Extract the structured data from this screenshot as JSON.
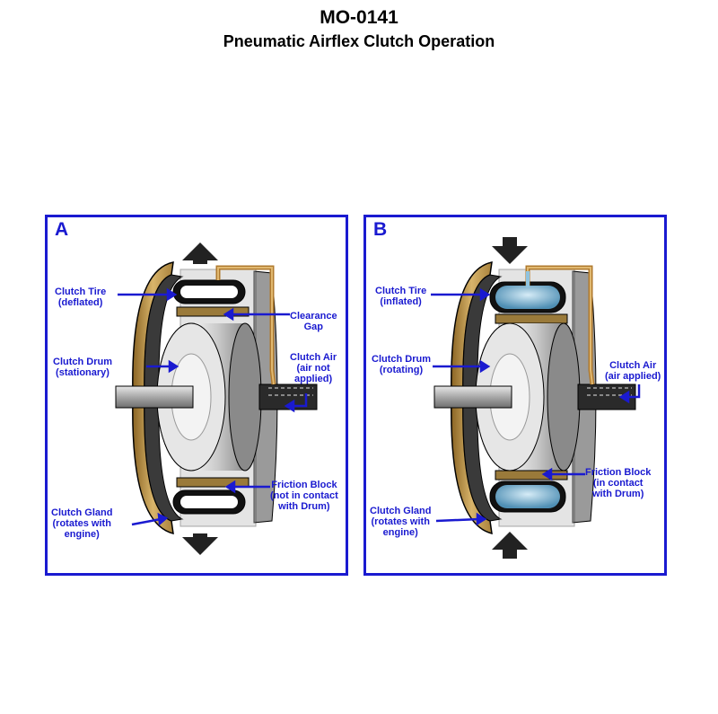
{
  "header": {
    "code": "MO-0141",
    "title": "Pneumatic Airflex Clutch Operation"
  },
  "colors": {
    "frame_blue": "#1a1ad0",
    "housing_tan": "#c9a35a",
    "drum_gray": "#c8c8c8",
    "tire_black": "#111111",
    "tire_inflated": "#6fa8c8",
    "air_line": "#b07a2e"
  },
  "panels": [
    {
      "letter": "A",
      "arrow_direction": "outward",
      "labels": {
        "clutch_tire": [
          "Clutch Tire",
          "(deflated)"
        ],
        "clearance_gap": [
          "Clearance",
          "Gap"
        ],
        "clutch_drum": [
          "Clutch Drum",
          "(stationary)"
        ],
        "clutch_air": [
          "Clutch Air",
          "(air not",
          "applied)"
        ],
        "friction_block": [
          "Friction Block",
          "(not in contact",
          "with Drum)"
        ],
        "clutch_gland": [
          "Clutch Gland",
          "(rotates with",
          "engine)"
        ]
      }
    },
    {
      "letter": "B",
      "arrow_direction": "inward",
      "labels": {
        "clutch_tire": [
          "Clutch Tire",
          "(inflated)"
        ],
        "clutch_drum": [
          "Clutch Drum",
          "(rotating)"
        ],
        "clutch_air": [
          "Clutch Air",
          "(air applied)"
        ],
        "friction_block": [
          "Friction Block",
          "(in contact",
          "with Drum)"
        ],
        "clutch_gland": [
          "Clutch Gland",
          "(rotates with",
          "engine)"
        ]
      }
    }
  ]
}
